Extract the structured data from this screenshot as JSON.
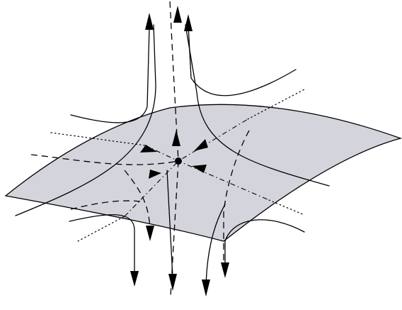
{
  "diagram": {
    "type": "phase-portrait-saddle-on-invariant-surface",
    "labels": [],
    "colors": {
      "surface_fill": "#d4d5dc",
      "stroke": "#000000",
      "background": "#ffffff"
    },
    "elements": {
      "surface": "invariant-surface",
      "fixed_point": "saddle-point",
      "line_styles": [
        "solid",
        "dashed",
        "dash-dot",
        "dotted"
      ]
    }
  }
}
